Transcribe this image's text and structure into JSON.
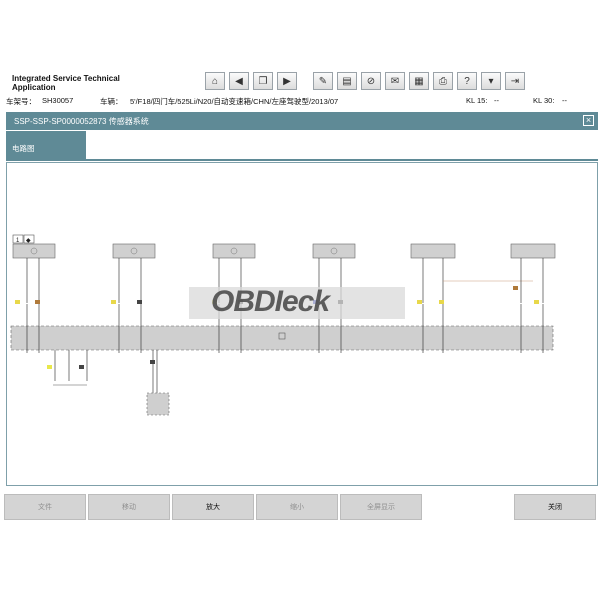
{
  "app": {
    "title": "Integrated Service Technical Application"
  },
  "toolbar": {
    "buttons": [
      {
        "name": "home-icon",
        "glyph": "⌂"
      },
      {
        "name": "back-icon",
        "glyph": "◀"
      },
      {
        "name": "documents-icon",
        "glyph": "❐"
      },
      {
        "name": "forward-icon",
        "glyph": "▶"
      },
      {
        "name": "wrench-icon",
        "glyph": "✎"
      },
      {
        "name": "id-card-icon",
        "glyph": "▤"
      },
      {
        "name": "connection-icon",
        "glyph": "⊘"
      },
      {
        "name": "mail-icon",
        "glyph": "✉"
      },
      {
        "name": "database-icon",
        "glyph": "▦"
      },
      {
        "name": "printer-icon",
        "glyph": "⎙"
      },
      {
        "name": "help-icon",
        "glyph": "?"
      },
      {
        "name": "dropdown-icon",
        "glyph": "▾"
      },
      {
        "name": "exit-icon",
        "glyph": "⇥"
      }
    ]
  },
  "infobar": {
    "chassis_label": "车架号：",
    "chassis_value": "SH30057",
    "vehicle_label": "车辆：",
    "vehicle_value": "5'/F18/四门车/525Li/N20/自动变速箱/CHN/左座驾驶型/2013/07",
    "kl15_label": "KL 15:",
    "kl15_value": "--",
    "kl30_label": "KL 30:",
    "kl30_value": "--"
  },
  "window": {
    "title": "SSP-SSP-SP0000052873 传感器系统"
  },
  "tab": {
    "label": "电路图"
  },
  "diagram": {
    "zoom_buttons": [
      "1",
      "◆"
    ],
    "watermark": "OBDIeck",
    "accent_color": "#5f8a96"
  },
  "bottom_buttons": [
    {
      "label": "文件",
      "enabled": false
    },
    {
      "label": "移动",
      "enabled": false
    },
    {
      "label": "放大",
      "enabled": true
    },
    {
      "label": "缩小",
      "enabled": false
    },
    {
      "label": "全屏显示",
      "enabled": false
    },
    {
      "label": "",
      "enabled": false
    },
    {
      "label": "关闭",
      "enabled": true
    }
  ]
}
